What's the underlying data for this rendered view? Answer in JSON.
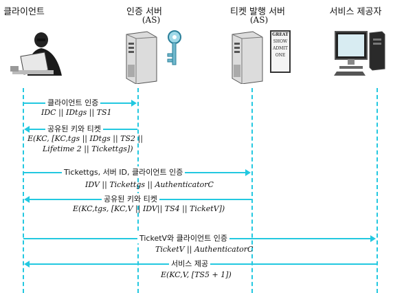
{
  "lanes": {
    "client": {
      "title": "클라이언트"
    },
    "as": {
      "title": "인증 서버",
      "sub": "(AS)"
    },
    "tgs": {
      "title": "티켓 발행 서버",
      "sub": "(AS)"
    },
    "service": {
      "title": "서비스 제공자"
    }
  },
  "messages": [
    {
      "label": "클라이언트 인증",
      "content": [
        "IDC || IDtgs || TS1"
      ]
    },
    {
      "label": "공유된 키와 티켓",
      "content": [
        "E(KC, [KC,tgs || IDtgs || TS2 ||",
        "Lifetime 2 || Tickettgs])"
      ]
    },
    {
      "label": "Tickettgs, 서버 ID, 클라이언트 인증",
      "content": [
        "IDV || Tickettgs || AuthenticatorC"
      ]
    },
    {
      "label": "공유된 키와 티켓",
      "content": [
        "E(KC,tgs, [KC,V || IDV|| TS4 || TicketV])"
      ]
    },
    {
      "label": "TicketV와 클라이언트 인증",
      "content": [
        "TicketV || AuthenticatorC"
      ]
    },
    {
      "label": "서비스 제공",
      "content": [
        "E(KC,V, [TS5 + 1])"
      ]
    }
  ],
  "ticket_card": {
    "lines": [
      "GREAT",
      "SHOW",
      "ADMIT",
      "ONE"
    ]
  },
  "colors": {
    "arrow": "#22c8e0"
  },
  "icons": [
    "person-laptop-icon",
    "server-tower-icon",
    "key-icon",
    "server-tower-icon",
    "ticket-icon",
    "desktop-computer-icon"
  ]
}
